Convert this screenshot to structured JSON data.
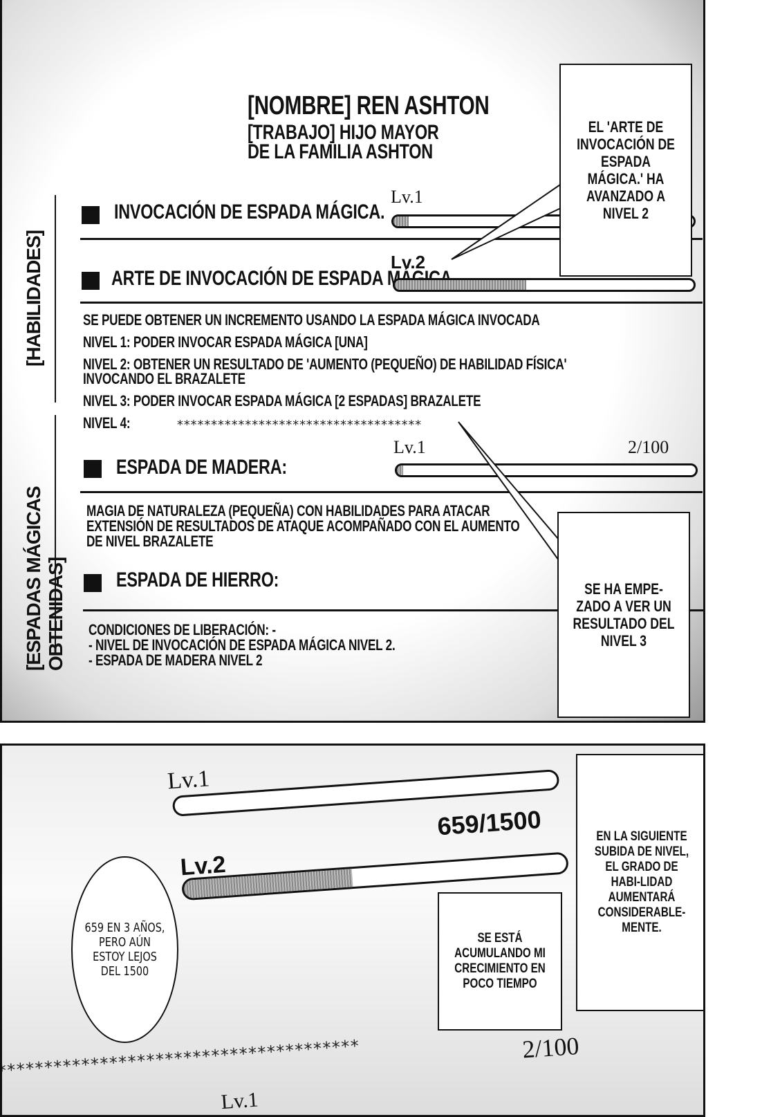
{
  "status": {
    "name_line": "[Nombre] Ren Ashton",
    "job_line1": "[Trabajo] Hijo mayor",
    "job_line2": "de la familia Ashton",
    "section_skills": "[Habilidades]",
    "section_swords": "[Espadas mágicas obtenidas]",
    "skills": [
      {
        "name": "Invocación de espada mágica.",
        "level": "Lv.1",
        "progress": 0.05
      },
      {
        "name": "Arte de invocación de espada mágica",
        "level": "Lv.2",
        "progress": 0.44
      }
    ],
    "skill_desc": [
      "Se puede obtener un incremento usando la espada mágica invocada",
      "Nivel 1: Poder invocar espada mágica [una]",
      "Nivel 2: Obtener un resultado de 'Aumento (pequeño) de habilidad física'",
      "invocando el brazalete",
      "Nivel 3: Poder invocar espada mágica [2 espadas] brazalete",
      "Nivel 4:"
    ],
    "hidden_stars": "************************************",
    "swords": [
      {
        "name": "Espada de madera:",
        "level": "Lv.1",
        "count": "2/100",
        "progress": 0.02,
        "desc": [
          "Magia de naturaleza (pequeña) con habilidades para atacar",
          "Extensión de resultados de ataque acompañado con el aumento",
          "de nivel brazalete"
        ]
      },
      {
        "name": "Espada de hierro:",
        "desc": [
          "Condiciones de liberación: -",
          "- Nivel de invocación de espada mágica nivel 2.",
          "- Espada de madera nivel 2"
        ]
      }
    ]
  },
  "bubbles": {
    "top_right": "El 'Arte de invocación de espada mágica.' ha avanzado a nivel 2",
    "mid_right": "Se ha empe-zado a ver un resultado del nivel 3",
    "bottom_right": "En la siguiente subida de nivel, el grado de habi-lidad aumentará considerable-mente.",
    "bottom_mid": "Se está acumulando mi crecimiento en poco tiempo",
    "bottom_left": "659 en 3 años, pero aún estoy lejos del 1500"
  },
  "closeup": {
    "lv1": "Lv.1",
    "lv2": "Lv.2",
    "count": "659/1500",
    "progress": 0.44,
    "lower_count": "2/100",
    "lower_lv": "Lv.1",
    "stars": "***************************************"
  }
}
